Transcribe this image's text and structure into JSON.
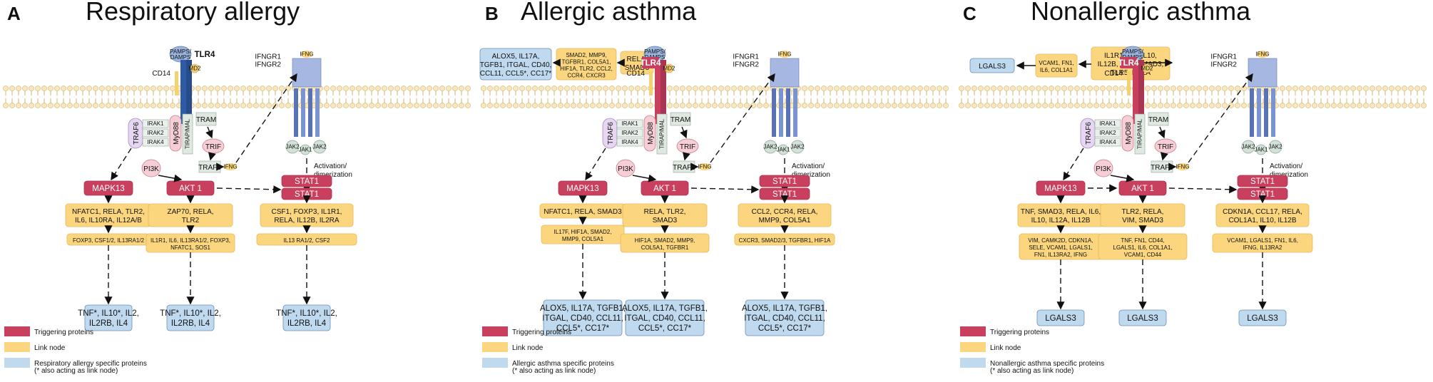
{
  "legend": {
    "triggering": "Triggering proteins",
    "link": "Link node",
    "also_link": "(* also acting as link node)"
  },
  "colors": {
    "triggering": "#c9405f",
    "link": "#fbd67e",
    "specific": "#bfd9ef",
    "membrane": "#f4e6c6",
    "receptor_blue": "#2e5aa6",
    "ifngr": "#a6b8e2"
  },
  "panels": [
    {
      "letter": "A",
      "title": "Respiratory allergy",
      "legend_specific": "Respiratory allergy specific proteins",
      "top_nodes": [],
      "tlr4_label": "TLR4",
      "tlr4_red": false,
      "pamps": [
        "PAMPS/",
        "DAMPS"
      ],
      "md2": "MD2",
      "cd14": "CD14",
      "ifngr": [
        "IFNGR1",
        "IFNGR2"
      ],
      "ifng": "IFNG",
      "jak2": "JAK2",
      "jak1": "JAK1",
      "irak": [
        "IRAK1",
        "IRAK2",
        "IRAK4"
      ],
      "traf6": "TRAF6",
      "myd88": "MyD88",
      "tirap": "TIRAP/MAL",
      "tram": "TRAM",
      "trif": "TRIF",
      "traf3": "TRAF3",
      "pi3k": "PI3K",
      "activation": [
        "Activation/",
        "dimerization"
      ],
      "mapk": "MAPK13",
      "akt": "AKT 1",
      "stat1": "STAT1",
      "mapk_link1": [
        "NFATC1, RELA, TLR2,",
        "IL6, IL10RA, IL12A/B"
      ],
      "mapk_link2": [
        "FOXP3, CSF1/2, IL13RA1/2"
      ],
      "mapk_spec": [
        "TNF*, IL10*, IL2,",
        "IL2RB, IL4"
      ],
      "akt_link1": [
        "ZAP70, RELA,",
        "TLR2"
      ],
      "akt_link2": [
        "IL1R1, IL6, IL13RA1/2, FOXP3,",
        "NFATC1, SOS1"
      ],
      "akt_spec": [
        "TNF*, IL10*, IL2,",
        "IL2RB, IL4"
      ],
      "stat_link1": [
        "CSF1, FOXP3, IL1R1,",
        "RELA, IL12B, IL2RA"
      ],
      "stat_link2": [
        "IL13 RA1/2, CSF2"
      ],
      "stat_spec": [
        "TNF*, IL10*, IL2,",
        "IL2RB, IL4"
      ],
      "mapk_to_akt": false
    },
    {
      "letter": "B",
      "title": "Allergic asthma",
      "legend_specific": "Allergic asthma specific proteins",
      "top_nodes": [
        {
          "kind": "spec",
          "lines": [
            "ALOX5, IL17A,",
            "TGFB1, ITGAL, CD40,",
            "CCL11, CCL5*, CC17*"
          ]
        },
        {
          "kind": "link",
          "lines": [
            "SMAD2, MMP9,",
            "TGFBR1, COL5A1,",
            "HIF1A, TLR2, CCL2,",
            "CCR4, CXCR3"
          ]
        },
        {
          "kind": "link",
          "lines": [
            "RELA,",
            "SMAD3"
          ]
        }
      ],
      "tlr4_label": "TLR4",
      "tlr4_red": true,
      "pamps": [
        "PAMPS/",
        "DAMPS"
      ],
      "md2": "MD2",
      "cd14": "CD14",
      "ifngr": [
        "IFNGR1",
        "IFNGR2"
      ],
      "ifng": "IFNG",
      "jak2": "JAK2",
      "jak1": "JAK1",
      "irak": [
        "IRAK1",
        "IRAK2",
        "IRAK4"
      ],
      "traf6": "TRAF6",
      "myd88": "MyD88",
      "tirap": "TIRAP/MAL",
      "tram": "TRAM",
      "trif": "TRIF",
      "traf3": "TRAF3",
      "pi3k": "PI3K",
      "activation": [
        "Activation/",
        "dimerization"
      ],
      "mapk": "MAPK13",
      "akt": "AKT 1",
      "stat1": "STAT1",
      "mapk_link1": [
        "NFATC1, RELA, SMAD3"
      ],
      "mapk_link2": [
        "IL17F, HIF1A, SMAD2,",
        "MMP9, COL5A1"
      ],
      "mapk_spec": [
        "ALOX5, IL17A, TGFB1,",
        "ITGAL, CD40, CCL11,",
        "CCL5*, CC17*"
      ],
      "akt_link1": [
        "RELA, TLR2,",
        "SMAD3"
      ],
      "akt_link2": [
        "HIF1A, SMAD2, MMP9,",
        "COL5A1, TGFBR1"
      ],
      "akt_spec": [
        "ALOX5, IL17A, TGFB1,",
        "ITGAL, CD40, CCL11,",
        "CCL5*, CC17*"
      ],
      "stat_link1": [
        "CCL2, CCR4, RELA,",
        "MMP9, COL5A1"
      ],
      "stat_link2": [
        "CXCR3, SMAD2/3, TGFBR1, HIF1A"
      ],
      "stat_spec": [
        "ALOX5, IL17A, TGFB1,",
        "ITGAL, CD40, CCL11,",
        "CCL5*, CC17*"
      ],
      "mapk_to_akt": false
    },
    {
      "letter": "C",
      "title": "Nonallergic asthma",
      "legend_specific": "Nonallergic asthma specific proteins",
      "top_nodes": [
        {
          "kind": "spec",
          "lines": [
            "LGALS3"
          ]
        },
        {
          "kind": "link",
          "lines": [
            "VCAM1, FN1,",
            "IL6, COL1A1"
          ]
        },
        {
          "kind": "link",
          "lines": [
            "IL1R1, IL6, IL10,",
            "IL12B, TNF, SMAD3,",
            "TLR5, RELA"
          ]
        }
      ],
      "tlr4_label": "TLR4",
      "tlr4_red": true,
      "pamps": [
        "PAMPS/",
        "DAMPS"
      ],
      "md2": "MD2",
      "cd14": "CD14",
      "ifngr": [
        "IFNGR1",
        "IFNGR2"
      ],
      "ifng": "IFNG",
      "jak2": "JAK2",
      "jak1": "JAK1",
      "irak": [
        "IRAK1",
        "IRAK2",
        "IRAK4"
      ],
      "traf6": "TRAF6",
      "myd88": "MyD88",
      "tirap": "TIRAP/MAL",
      "tram": "TRAM",
      "trif": "TRIF",
      "traf3": "TRAF3",
      "pi3k": "PI3K",
      "activation": [
        "Activation/",
        "dimerization"
      ],
      "mapk": "MAPK13",
      "akt": "AKT 1",
      "stat1": "STAT1",
      "mapk_link1": [
        "TNF, SMAD3, RELA, IL6,",
        "IL10, IL12A, IL12B"
      ],
      "mapk_link2": [
        "VIM, CAMK2D, CDKN1A,",
        "SELE, VCAM1, LGALS1,",
        "FN1, IL13RA2, IFNG"
      ],
      "mapk_spec": [
        "LGALS3"
      ],
      "akt_link1": [
        "TLR2, RELA,",
        "VIM, SMAD3"
      ],
      "akt_link2": [
        "TNF, FN1, CD44,",
        "LGALS1, IL6, COL1A1,",
        "VCAM1, CD44"
      ],
      "akt_spec": [
        "LGALS3"
      ],
      "stat_link1": [
        "CDKN1A, CCL17, RELA,",
        "COL1A1, IL10, IL12B"
      ],
      "stat_link2": [
        "VCAM1, LGALS1, FN1, IL6,",
        "IFNG, IL13RA2"
      ],
      "stat_spec": [
        "LGALS3"
      ],
      "mapk_to_akt": true
    }
  ]
}
